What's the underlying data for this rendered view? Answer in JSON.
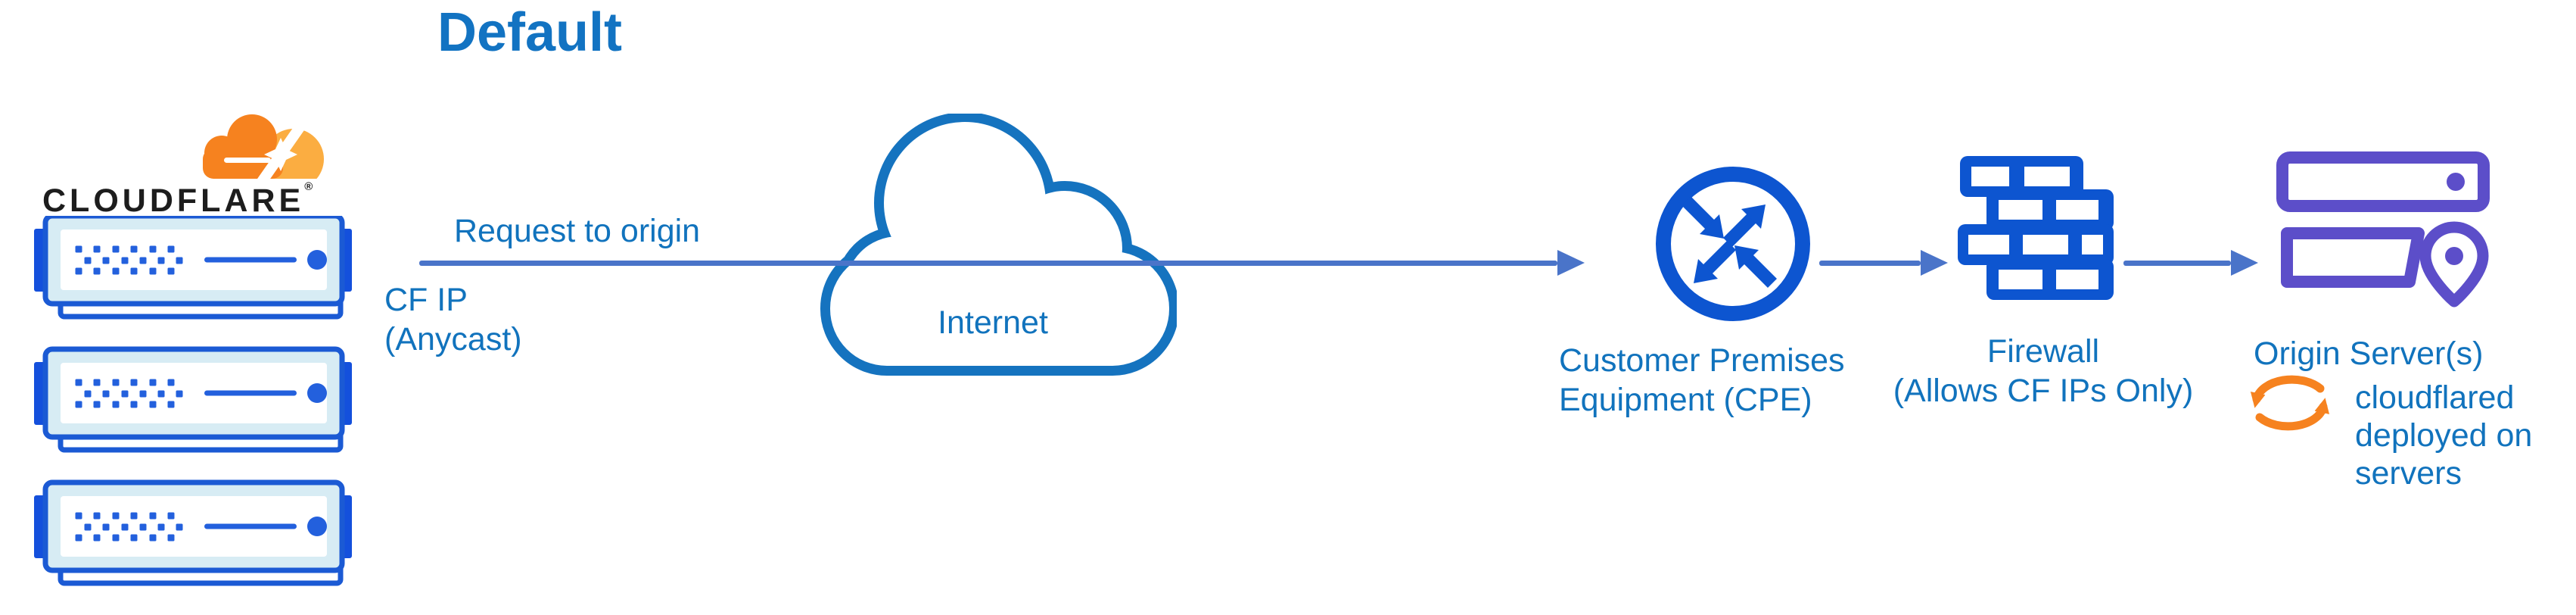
{
  "title": "Default",
  "logo": {
    "wordmark": "CLOUDFLARE",
    "registered": "®"
  },
  "flow": {
    "request_label": "Request to origin",
    "cf_ip_line1": "CF IP",
    "cf_ip_line2": "(Anycast)"
  },
  "nodes": {
    "internet": "Internet",
    "cpe_line1": "Customer Premises",
    "cpe_line2": "Equipment (CPE)",
    "firewall_line1": "Firewall",
    "firewall_line2": "(Allows CF IPs Only)",
    "origin": "Origin Server(s)",
    "cloudflared_line1": "cloudflared",
    "cloudflared_line2": "deployed on",
    "cloudflared_line3": "servers"
  },
  "colors": {
    "label_blue": "#1173BD",
    "title_blue": "#1273C2",
    "arrow_blue": "#4A74C9",
    "cloud_blue": "#1573BF",
    "icon_blue": "#0D55D0",
    "server_panel_cyan": "#D7ECF4",
    "origin_purple": "#5C4EC9",
    "cloudflare_orange": "#F6821F",
    "cloudflare_orange_light": "#FBAD41",
    "wordmark_black": "#1D1D1D"
  },
  "icons": [
    "cloudflare-logo-icon",
    "edge-server-icon",
    "internet-cloud-icon",
    "cpe-router-icon",
    "firewall-brick-icon",
    "origin-server-icon",
    "location-pin-icon",
    "cloudflared-sync-icon"
  ]
}
